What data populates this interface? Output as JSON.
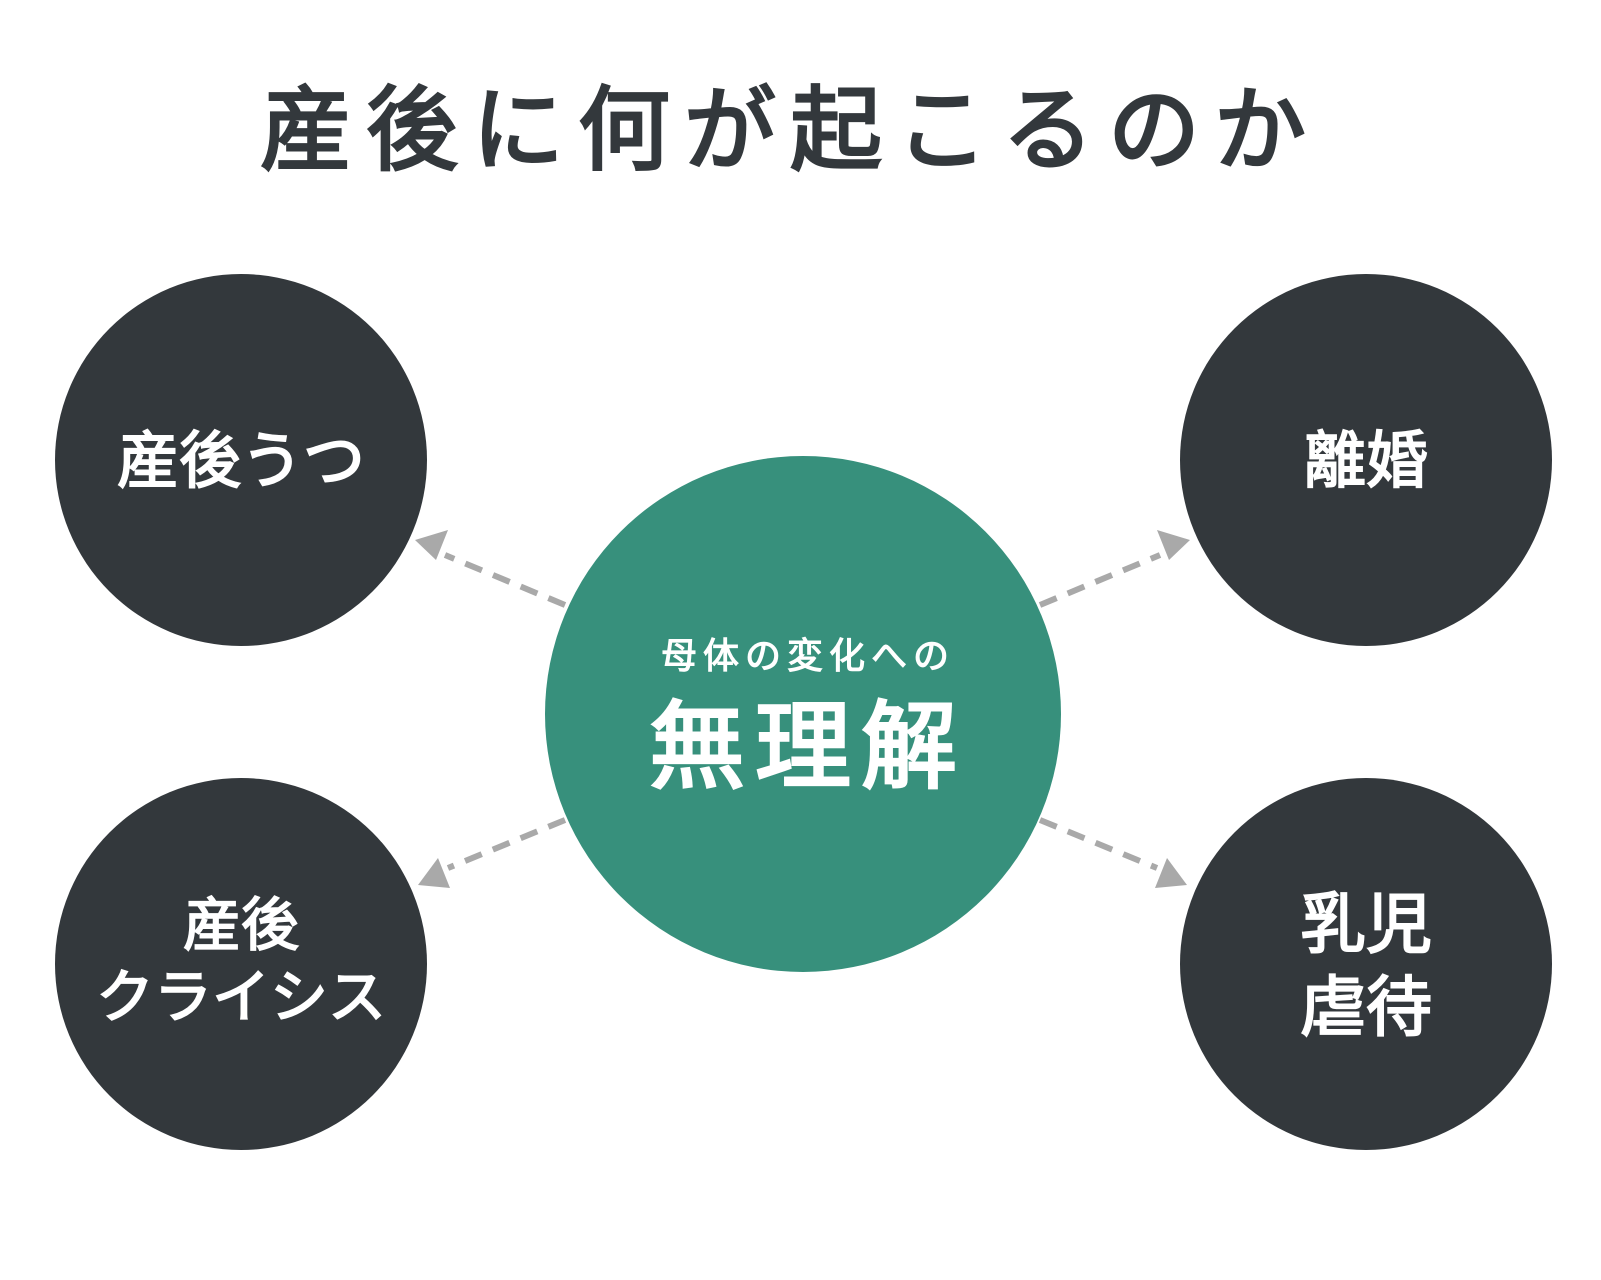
{
  "title": "産後に何が起こるのか",
  "center": {
    "subtitle": "母体の変化への",
    "main": "無理解",
    "color": "#37907c"
  },
  "outcomes": [
    {
      "lines": [
        "産後うつ"
      ]
    },
    {
      "lines": [
        "離婚"
      ]
    },
    {
      "lines": [
        "産後",
        "クライシス"
      ]
    },
    {
      "lines": [
        "乳児",
        "虐待"
      ]
    }
  ],
  "colors": {
    "outcome": "#33383c",
    "arrow": "#a9a9a9",
    "title": "#33383c"
  }
}
